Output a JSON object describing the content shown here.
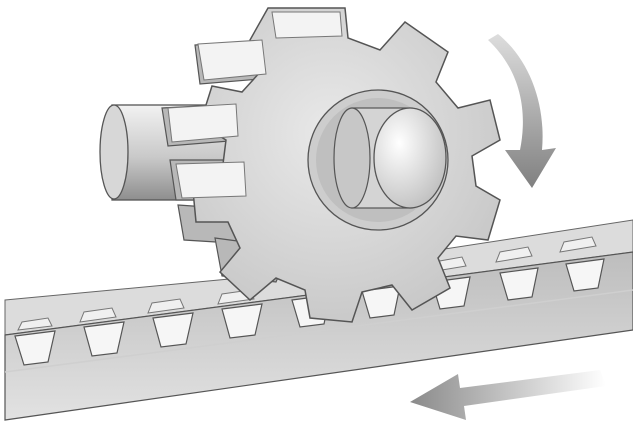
{
  "diagram": {
    "components": [
      {
        "id": "pinion",
        "kind": "spur-gear",
        "teeth_visible": 11
      },
      {
        "id": "shaft",
        "kind": "cylindrical-shaft"
      },
      {
        "id": "rack",
        "kind": "toothed-rack"
      }
    ],
    "motion": [
      {
        "id": "rotation",
        "kind": "clockwise-rotation-arrow",
        "target": "pinion"
      },
      {
        "id": "translation",
        "kind": "linear-arrow",
        "direction": "left",
        "target": "rack"
      }
    ],
    "palette": {
      "background": "#ffffff",
      "metal_light": "#eeeeee",
      "metal_mid": "#cfcfcf",
      "metal_dark": "#8f8f8f",
      "outline": "#555555",
      "arrow": "#8a8a8a"
    }
  }
}
